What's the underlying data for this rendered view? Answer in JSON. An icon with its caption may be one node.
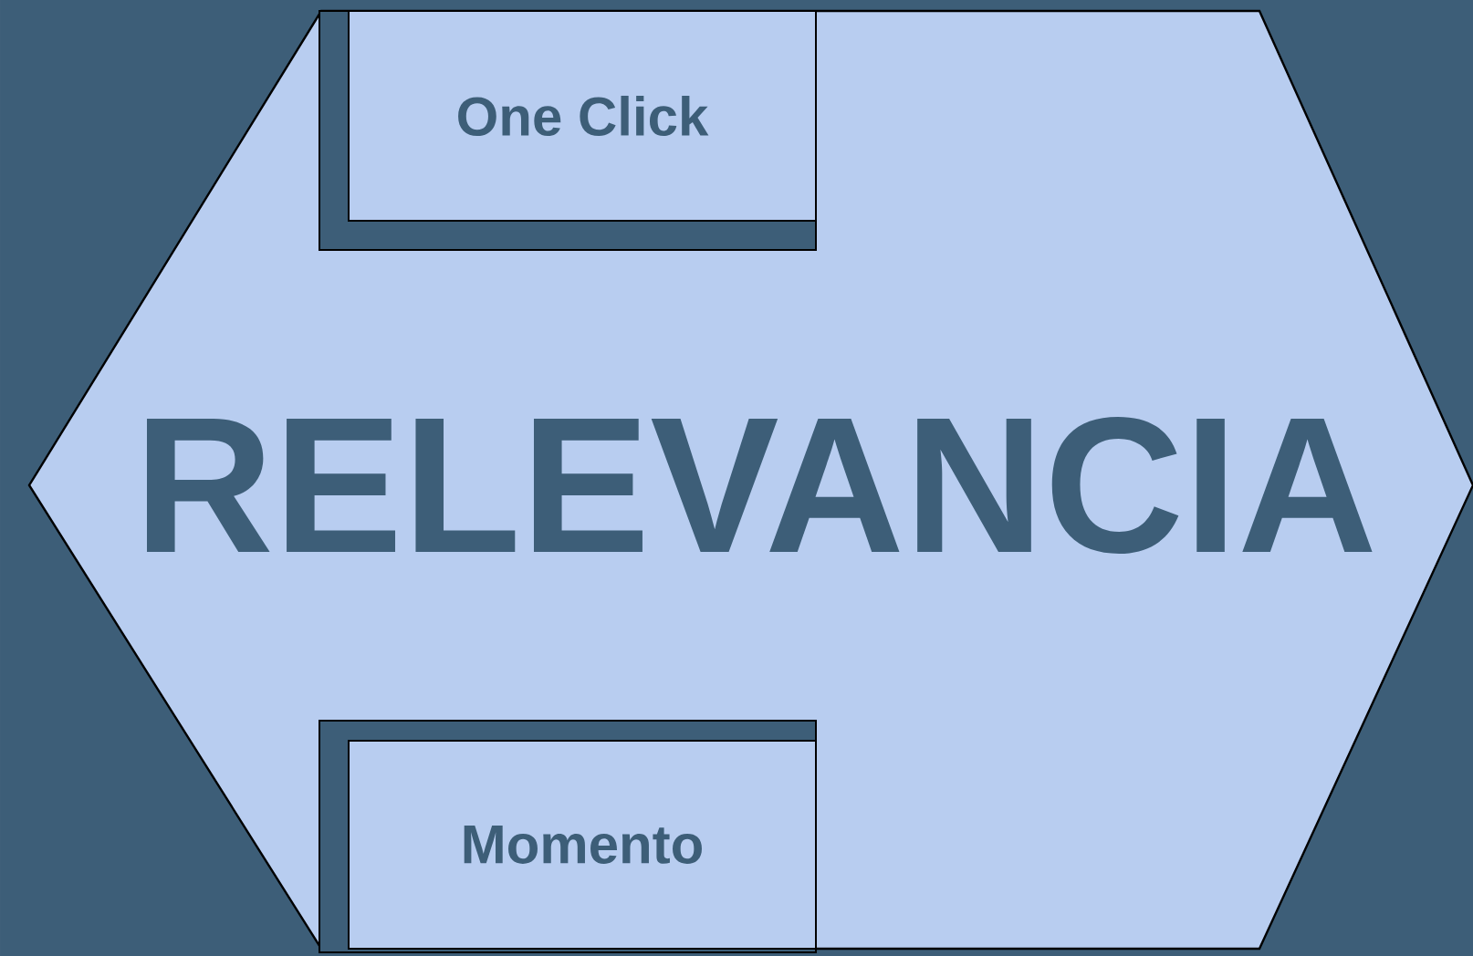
{
  "diagram": {
    "nodes": [
      {
        "text": [
          "RELEVANCIA"
        ]
      },
      {
        "text": [
          "One Click"
        ],
        "in": 0
      },
      {
        "text": [
          "Momento"
        ],
        "in": 0
      }
    ]
  }
}
